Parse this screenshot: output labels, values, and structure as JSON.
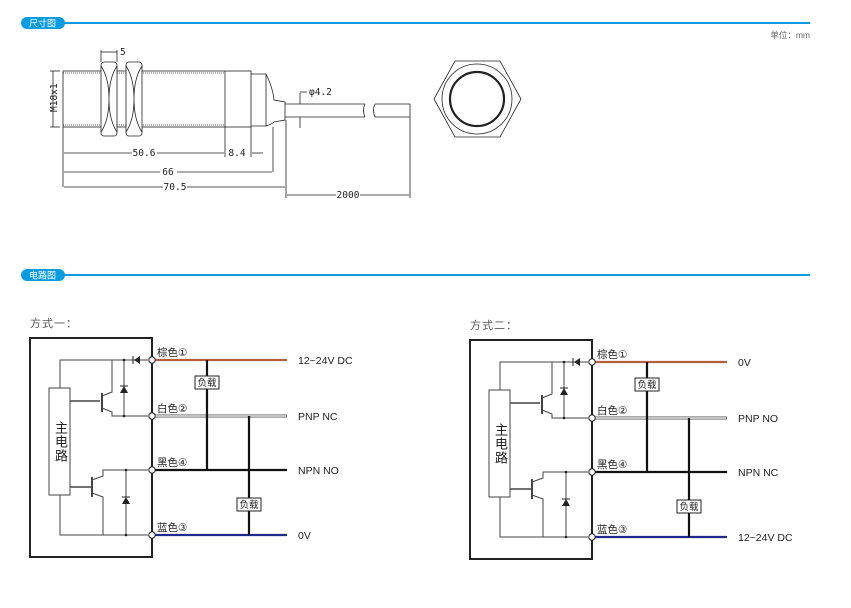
{
  "sections": {
    "dimensions": {
      "title": "尺寸图",
      "unit": "单位：mm"
    },
    "circuit": {
      "title": "电路图"
    }
  },
  "dimensions": {
    "nut_width": "5",
    "thread": "M18x1",
    "cable_diameter": "φ4.2",
    "thread_length": "50.6",
    "tail_length": "8.4",
    "body_length": "66",
    "total_length": "70.5",
    "cable_length": "2000"
  },
  "colors": {
    "accent": "#0a9be0",
    "brown": "#b4603e",
    "white": "#bdbdbd",
    "black": "#111111",
    "blue": "#1f2a8a"
  },
  "circuits": [
    {
      "title": "方式一：",
      "main_circuit": "主电路",
      "load": "负载",
      "wires": [
        {
          "label": "棕色①",
          "signal": "12~24V DC"
        },
        {
          "label": "白色②",
          "signal": "PNP NC"
        },
        {
          "label": "黑色④",
          "signal": "NPN NO"
        },
        {
          "label": "蓝色③",
          "signal": "0V"
        }
      ]
    },
    {
      "title": "方式二：",
      "main_circuit": "主电路",
      "load": "负载",
      "wires": [
        {
          "label": "棕色①",
          "signal": "0V"
        },
        {
          "label": "白色②",
          "signal": "PNP NO"
        },
        {
          "label": "黑色④",
          "signal": "NPN NC"
        },
        {
          "label": "蓝色③",
          "signal": "12~24V DC"
        }
      ]
    }
  ]
}
